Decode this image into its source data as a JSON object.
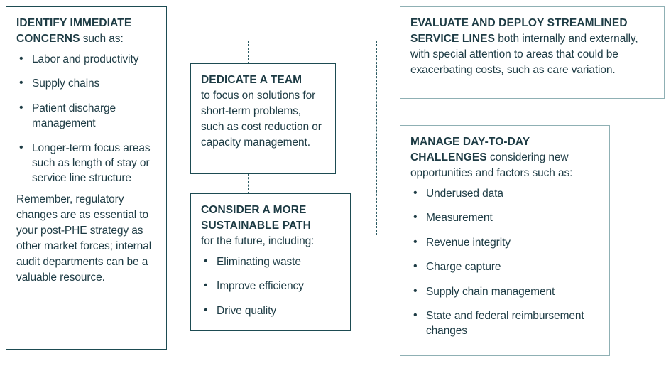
{
  "diagram": {
    "title": "Health system cost and service line strategy flow",
    "accent_border_color": "#8fb0b4",
    "accent_border_color_strong": "#1d4b52",
    "text_color": "#1d3b44",
    "connector_color": "#2c5a62"
  },
  "boxes": {
    "identify_immediate_concerns": {
      "heading": "IDENTIFY IMMEDIATE CONCERNS",
      "heading_tail": " such as:",
      "bullets": [
        "Labor and productivity",
        "Supply chains",
        "Patient discharge management",
        "Longer-term focus areas such as length of stay or service line structure"
      ],
      "closing": "Remember, regulatory changes are as essential to your post-PHE strategy as other market forces; internal audit departments can be a valuable resource."
    },
    "dedicate_a_team": {
      "heading": "DEDICATE A TEAM",
      "body": "to focus on solutions for short-term problems, such as cost reduction or capacity management."
    },
    "consider_sustainable_path": {
      "heading": "CONSIDER A MORE SUSTAINABLE PATH",
      "heading_tail": "for the future, including:",
      "bullets": [
        "Eliminating waste",
        "Improve efficiency",
        "Drive quality"
      ]
    },
    "evaluate_and_deploy": {
      "heading": "EVALUATE AND DEPLOY STREAMLINED SERVICE LINES",
      "body": "both internally and externally, with special attention to areas that could be exacerbating costs, such as care variation."
    },
    "manage_day_to_day": {
      "heading": "MANAGE DAY-TO-DAY CHALLENGES",
      "heading_tail": " considering new opportunities and factors such as:",
      "bullets": [
        "Underused data",
        "Measurement",
        "Revenue integrity",
        "Charge capture",
        "Supply chain management",
        "State and federal reimbursement changes"
      ]
    }
  }
}
